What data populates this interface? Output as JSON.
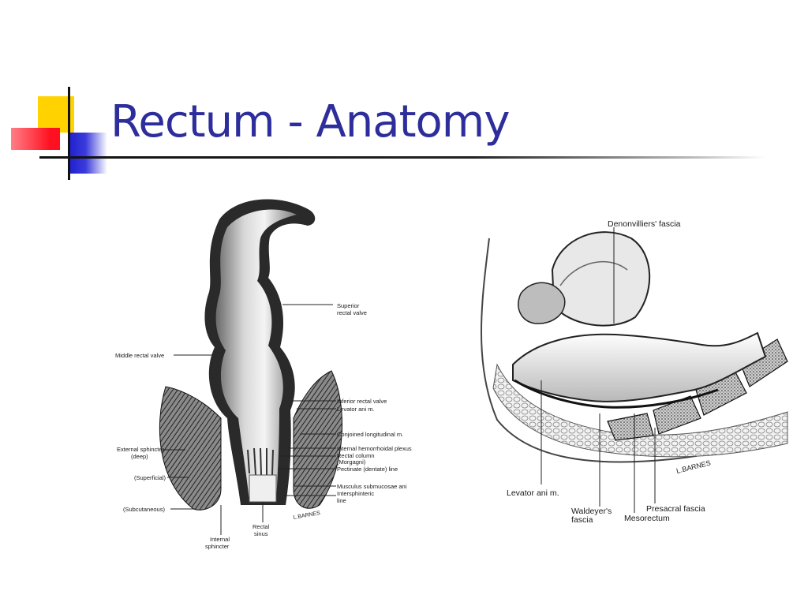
{
  "slide": {
    "title": "Rectum - Anatomy"
  },
  "figures": {
    "left": {
      "labels": {
        "superior_rectal_valve_1": "Superior",
        "superior_rectal_valve_2": "rectal valve",
        "middle_rectal_valve": "Middle rectal valve",
        "inferior_rectal_valve": "Inferior rectal valve",
        "levator_ani": "Levator ani m.",
        "conjoined_longitudinal": "Conjoined longitudinal m.",
        "external_sphincter_1": "External sphincter",
        "external_sphincter_2": "(deep)",
        "internal_hemorrhoidal_plexus": "Internal hemorrhoidal plexus",
        "rectal_column": "Rectal column",
        "morgagni": "(Morgagni)",
        "pectinate_line": "Pectinate (dentate) line",
        "superficial": "(Superficial)",
        "musculus_submucosae": "Musculus submucosae ani",
        "intersphinteric_1": "Intersphinteric",
        "intersphinteric_2": "line",
        "subcutaneous": "(Subcutaneous)",
        "internal_sphincter_1": "Internal",
        "internal_sphincter_2": "sphincter",
        "rectal_sinus_1": "Rectal",
        "rectal_sinus_2": "sinus",
        "signature": "L.BARNES"
      }
    },
    "right": {
      "labels": {
        "denonvilliers_fascia": "Denonvilliers' fascia",
        "levator_ani": "Levator ani m.",
        "waldeyers_fascia_1": "Waldeyer's",
        "waldeyers_fascia_2": "fascia",
        "mesorectum": "Mesorectum",
        "presacral_fascia": "Presacral fascia",
        "signature": "L.BARNES"
      }
    }
  },
  "colors": {
    "title": "#2d2d9b",
    "accent_yellow": "#ffd200",
    "accent_red": "#ff1020",
    "accent_blue": "#1e1ecf"
  }
}
